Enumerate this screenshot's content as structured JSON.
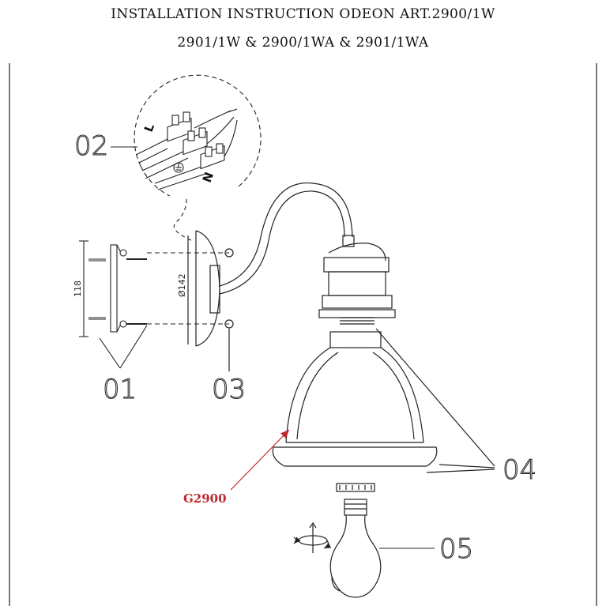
{
  "title": {
    "line1": "INSTALLATION INSTRUCTION ODEON ART.2900/1W",
    "line2": "2901/1W & 2900/1WA & 2901/1WA"
  },
  "callouts": {
    "c01": "01",
    "c02": "02",
    "c03": "03",
    "c04": "04",
    "c05": "05"
  },
  "dimensions": {
    "height": "118",
    "diameter": "Ø142"
  },
  "model_label": "G2900",
  "wire_labels": {
    "live": "L",
    "neutral": "N"
  },
  "colors": {
    "line": "#222222",
    "accent_red": "#c1272d"
  },
  "icons": [
    "earth-ground-icon",
    "rotate-arrow-icon"
  ]
}
